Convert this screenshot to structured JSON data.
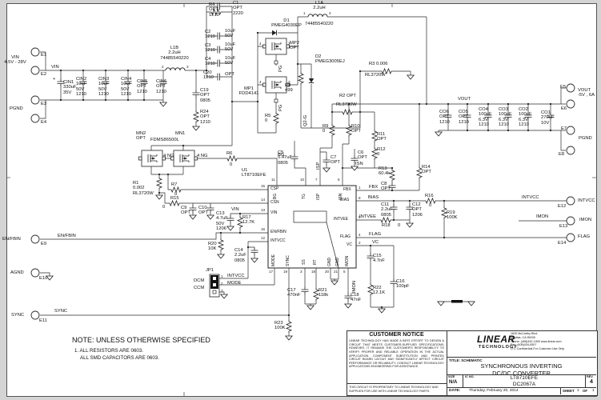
{
  "io": {
    "vin": "VIN\n4.5V - 28V",
    "pgnd_l": "PGND",
    "e1": "E1",
    "e2": "E2",
    "e3": "E3",
    "e4": "E4",
    "e5": "E5",
    "e6": "E6",
    "e7": "E7",
    "e8": "E8",
    "e9": "E9",
    "e10": "E10",
    "e11": "E11",
    "e12": "E12",
    "e13": "E13",
    "e14": "E14",
    "vout": "VOUT\n-5V , 6A",
    "pgnd_r": "PGND",
    "intvcc": "INTVCC",
    "imon": "IMON",
    "flag": "FLAG",
    "enfbin": "EN/FBIN",
    "agnd": "AGND",
    "sync": "SYNC"
  },
  "nets": {
    "vin": "VIN",
    "vin2": "VIN",
    "bg": "BG",
    "ng1": "4   NG",
    "ng2": "4   NG",
    "pg1": "PG",
    "pg2": "PG",
    "q2g": "Q2-G",
    "isp": "ISP",
    "isn": "ISN",
    "vout": "VOUT",
    "fbx": "FBX",
    "bias": "BIAS",
    "intvee": "INTVEE",
    "intvcc": "INTVCC",
    "imon": "IMON",
    "imon_v": "IMON",
    "flag": "FLAG",
    "vc": "VC",
    "enfbin": "EN/FBIN",
    "sync": "SYNC",
    "plus": "+"
  },
  "comps": {
    "cin1": "CIN1\n330uF\n35V",
    "cin2": "CIN2\n10uF\n50V\n1210",
    "cin3": "CIN3\n10uF\n50V\n1210",
    "cin4": "CIN4\n10uF\n50V\n1210",
    "cin5": "CIN5\nOPT\n1210",
    "cin6": "CIN6\nOPT\n1210",
    "l1b": "L1B\n2.2uH\n74485540220",
    "l1b_p2": "2",
    "l1b_p3": "3",
    "l1a": "L1A\n2.2uH",
    "l1a_pn": "74485540220",
    "l1a_p1": "1",
    "l1a_p4": "4",
    "r4": "R4\nOPT\n1210",
    "c1": "C1\nOPT\n2220",
    "c2l": "C2\n1210",
    "c2r": "10uF\n50V",
    "c3l": "C3\n1210",
    "c3r": "10uF\n50V",
    "c4l": "C4\n1210",
    "c4r": "10uF\n50V",
    "c20l": "C20\n1210",
    "c20r": "OPT",
    "c19": "C19\nOPT\n0805",
    "r24": "R24\nOPT\n1210",
    "d1": "D1\nPMEG4030EP",
    "mp2": "MP2\nOPT",
    "mp2_p4": "4",
    "mp2_p3": "3",
    "mp1": "MP1\nFDD4141",
    "mp1_p4": "4",
    "mp1_p3": "3",
    "d2": "D2\nPMEG3005EJ",
    "r8": "R8\n499",
    "r5": "R5\n0",
    "r3a": "R3   0.006",
    "r3b": "RL3720W",
    "r2a": "R2   OPT",
    "r2b": "RL3720W",
    "mn2": "MN2\nOPT",
    "mn1": "MN1",
    "mn1_pn": "FDMS86500L",
    "r6": "R6",
    "r6v": "0",
    "r1": "R1\n0.002\nRL3720W",
    "r7": "R7",
    "r7v": "0",
    "r15": "R15",
    "r15v": "0",
    "c9": "C9\nOPT",
    "c10": "C10\nOPT",
    "c13": "C13\n4.7uF\n50V\n1206",
    "r17": "R17\n12.7K",
    "r20": "R20\n10K",
    "c14": "C14\n2.2uF\n0805",
    "u1": "U1\nLT8710EFE",
    "c5": "C5\n0.47uF\n0805",
    "c7": "C7\nOPT",
    "c6": "C6\nOPT",
    "r9": "R9\n0",
    "r10": "R10\nOPT",
    "r11": "R11\nOPT",
    "r12": "R12\n0",
    "r13": "R13\n60.4k",
    "c8": "C8\nOPT",
    "r14": "R14\nOPT",
    "r16": "R16",
    "r16v": "0",
    "r18": "R18",
    "r18v": "0",
    "r19": "R19\n100K",
    "c11": "C11\n2.2uF\n0805",
    "c12": "C12\nOPT\n1206",
    "co6": "CO6\nOPT\n1210",
    "co5": "CO5\nOPT\n1210",
    "co4": "CO4\n100uF\n6.3V\n1210",
    "co3": "CO3\n100uF\n6.3V\n1210",
    "co2": "CO2\n100uF\n6.3V\n1210",
    "co1": "CO1\n270uF\n10V",
    "c15": "C15\n4.7nF",
    "r22": "R22\n12.1K",
    "c16": "C16\n100pF",
    "c17": "C17\n470nF",
    "r21": "R21\n118k",
    "c18": "C18\n47nF",
    "r23": "R23\n100K"
  },
  "ic": {
    "names": {
      "csp": "CSP",
      "csn": "CSN",
      "vin": "VIN",
      "enfbin": "EN/FBIN",
      "intvcc": "INTVCC",
      "bg": "BG",
      "tg": "TG",
      "isp": "ISP",
      "isn": "ISN",
      "fbx": "FBX",
      "bias": "BIAS",
      "intvee": "INTVEE",
      "flag": "FLAG",
      "vc": "VC",
      "mode": "MODE",
      "sync": "SYNC",
      "ss": "SS",
      "rt": "RT",
      "gnd1": "GND",
      "gnd2": "GND",
      "imon": "IMON"
    },
    "nums": {
      "n15": "15",
      "n14": "14",
      "n13": "13",
      "n16": "16",
      "n12": "12",
      "n11": "11",
      "n10": "10",
      "n7": "7",
      "n6": "6",
      "n1": "1",
      "n8": "8",
      "n9": "9",
      "n4": "4",
      "n2": "2",
      "n17": "17",
      "n19": "19",
      "n3": "3",
      "n18": "18",
      "n20": "20",
      "n21": "21",
      "n5": "5"
    }
  },
  "jp": {
    "ref": "JP1",
    "p1": "1",
    "p2": "2",
    "p3": "3",
    "dcm": "DCM",
    "ccm": "CCM",
    "intvcc": "INTVCC",
    "mode": "MODE"
  },
  "note": {
    "heading": "NOTE: UNLESS OTHERWISE SPECIFIED",
    "line1": "1.  ALL RESISTORS ARE 0603.",
    "line2": "ALL SMD CAPACITORS ARE 0603."
  },
  "tb": {
    "notice_heading": "CUSTOMER NOTICE",
    "notice_body": "LINEAR TECHNOLOGY HAS MADE A BEST EFFORT TO DESIGN A CIRCUIT THAT MEETS CUSTOMER-SUPPLIED SPECIFICATIONS; HOWEVER, IT REMAINS THE CUSTOMER'S RESPONSIBILITY TO VERIFY PROPER AND RELIABLE OPERATION IN THE ACTUAL APPLICATION.  COMPONENT SUBSTITUTION AND PRINTED CIRCUIT BOARD LAYOUT MAY SIGNIFICANTLY AFFECT CIRCUIT PERFORMANCE OR RELIABILITY.  CONTACT LINEAR TECHNOLOGY APPLICATIONS ENGINEERING FOR ASSISTANCE.",
    "proprietary": "THIS CIRCUIT IS PROPRIETARY TO LINEAR TECHNOLOGY AND SUPPLIED FOR USE WITH LINEAR TECHNOLOGY PARTS.",
    "brand_top": "LINEAR",
    "brand_bottom": "TECHNOLOGY",
    "address": "1630 McCarthy Blvd.\nMilpitas, CA 95035\nPhone: (408)432-1900   www.linear.com\nFax: (408)434-0507\nLTC Confidential-For Customer Use Only",
    "title_label": "TITLE: SCHEMATIC",
    "title": "SYNCHRONOUS INVERTING\nDC/DC CONVERTER",
    "size_label": "SIZE",
    "size": "N/A",
    "icno_label": "IC NO.",
    "ic1": "LT8710EFE",
    "ic2": "DC2067A",
    "rev_label": "REV.",
    "rev": "4",
    "date_label": "DATE:",
    "date": "Thursday, February 20, 2014",
    "sheet_label": "SHEET",
    "sheet_no": "1",
    "of_label": "OF",
    "sheet_total": "1"
  }
}
